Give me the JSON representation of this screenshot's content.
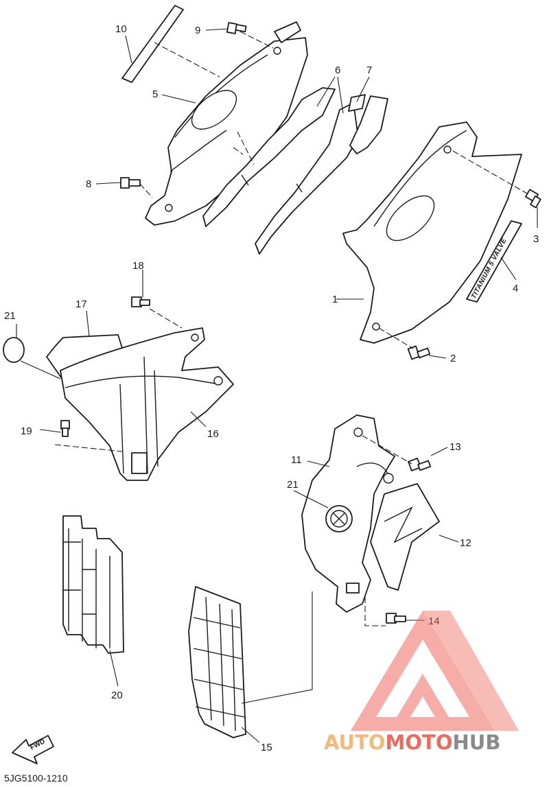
{
  "diagram": {
    "part_code": "5JG5100-1210",
    "decal_text": "TITANIUM 5 VALVE",
    "fwd_label": "FWD",
    "callouts": [
      "1",
      "2",
      "3",
      "4",
      "5",
      "6",
      "7",
      "8",
      "9",
      "10",
      "11",
      "12",
      "13",
      "14",
      "15",
      "16",
      "17",
      "18",
      "19",
      "20",
      "21",
      "21"
    ]
  },
  "watermark": {
    "part1": "AUTO",
    "part2": "MOTO",
    "part3": "HUB",
    "colors": {
      "auto": "#f4b87a",
      "moto": "#ef6a5e",
      "hub": "#8a8a8a"
    }
  }
}
